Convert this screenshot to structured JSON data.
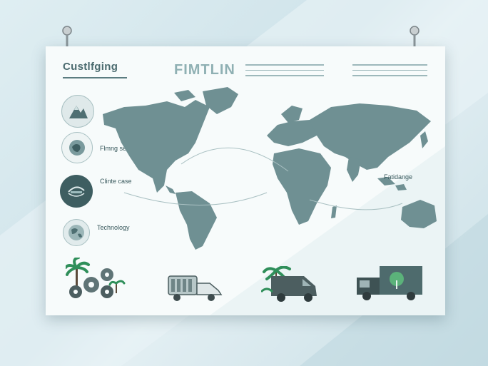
{
  "poster": {
    "title_left": "Custlfging",
    "title_center": "FIMTLIN",
    "side_labels": [
      {
        "text": "Flmng seas",
        "icon": "mountain-icon"
      },
      {
        "text": "Clinte case",
        "icon": "globe-leaf-icon"
      },
      {
        "text": "Technology",
        "icon": "globe-icon"
      }
    ],
    "map_label": "Fatidange",
    "bottom_icons": [
      "palm-gears-icon",
      "van-icon",
      "van-palm-icon",
      "truck-tree-icon"
    ],
    "colors": {
      "map": "#6f9093",
      "accent_dark": "#3e5e61",
      "palm": "#2f8f5a",
      "tree": "#5bb27a"
    }
  }
}
